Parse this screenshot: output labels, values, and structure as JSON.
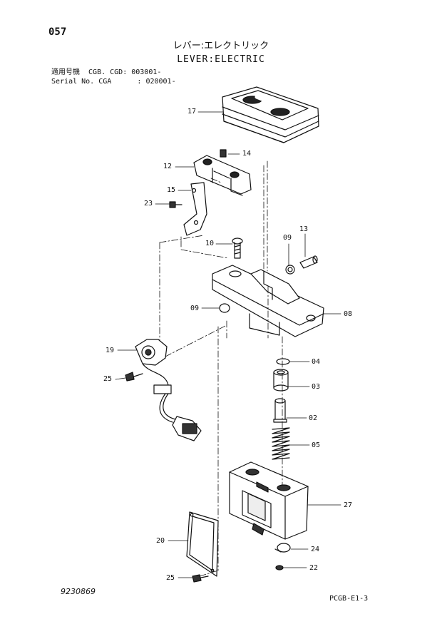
{
  "header": {
    "page_number": "057",
    "title_jp": "レバー:エレクトリック",
    "title_en": "LEVER:ELECTRIC",
    "serial_line_1": "適用号機  CGB. CGD: 003001-",
    "serial_line_2": "Serial No. CGA      : 020001-"
  },
  "callouts": [
    {
      "id": "17",
      "label": "17"
    },
    {
      "id": "14",
      "label": "14"
    },
    {
      "id": "12",
      "label": "12"
    },
    {
      "id": "15",
      "label": "15"
    },
    {
      "id": "23",
      "label": "23"
    },
    {
      "id": "10",
      "label": "10"
    },
    {
      "id": "09a",
      "label": "09"
    },
    {
      "id": "13",
      "label": "13"
    },
    {
      "id": "09b",
      "label": "09"
    },
    {
      "id": "08",
      "label": "08"
    },
    {
      "id": "19",
      "label": "19"
    },
    {
      "id": "04",
      "label": "04"
    },
    {
      "id": "25a",
      "label": "25"
    },
    {
      "id": "03",
      "label": "03"
    },
    {
      "id": "02",
      "label": "02"
    },
    {
      "id": "05",
      "label": "05"
    },
    {
      "id": "27",
      "label": "27"
    },
    {
      "id": "20",
      "label": "20"
    },
    {
      "id": "24",
      "label": "24"
    },
    {
      "id": "22",
      "label": "22"
    },
    {
      "id": "25b",
      "label": "25"
    }
  ],
  "footer": {
    "drawing_number": "9230869",
    "sheet_ref": "PCGB-E1-3"
  }
}
